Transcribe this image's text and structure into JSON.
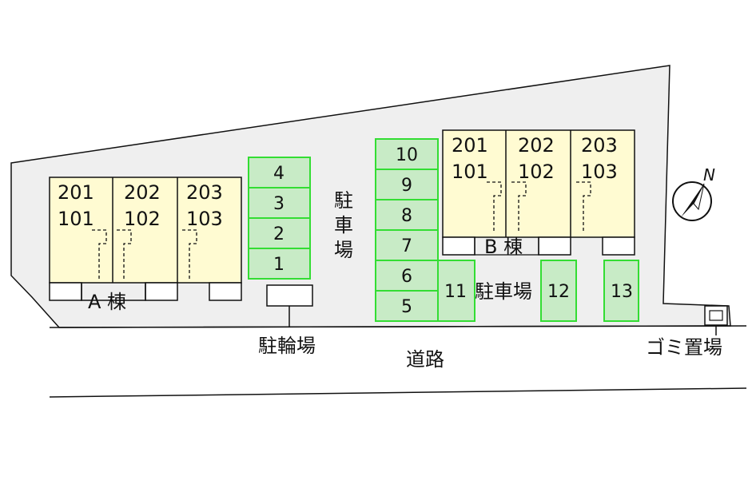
{
  "building_a": {
    "name": "A 棟",
    "units_upper": [
      "201",
      "202",
      "203"
    ],
    "units_lower": [
      "101",
      "102",
      "103"
    ]
  },
  "building_b": {
    "name": "B 棟",
    "units_upper": [
      "201",
      "202",
      "203"
    ],
    "units_lower": [
      "101",
      "102",
      "103"
    ]
  },
  "parking_label_vertical": [
    "駐",
    "車",
    "場"
  ],
  "parking_label_horizontal": "駐車場",
  "parking_left": [
    "4",
    "3",
    "2",
    "1"
  ],
  "parking_middle": [
    "10",
    "9",
    "8",
    "7",
    "6",
    "5"
  ],
  "parking_right": [
    "11",
    "12",
    "13"
  ],
  "bike_parking": "駐輪場",
  "road": "道路",
  "garbage": "ゴミ置場",
  "north": "N",
  "colors": {
    "lot": "#efefef",
    "building": "#fffbd2",
    "parking_fill": "#c8ebc6",
    "parking_stroke": "#33dd33"
  }
}
